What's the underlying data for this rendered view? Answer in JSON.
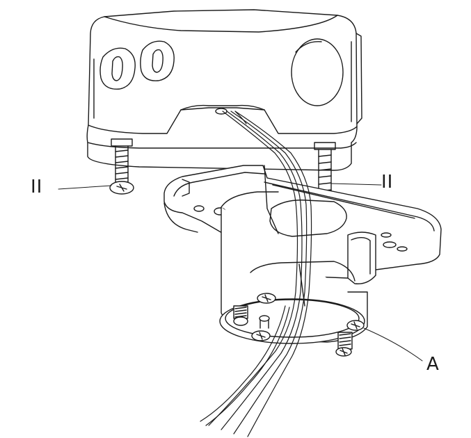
{
  "figure": {
    "callouts": {
      "screw_left": "II",
      "screw_right": "II",
      "mounting_screw": "A"
    },
    "line_color": "#1a1a1a",
    "background": "#ffffff"
  }
}
